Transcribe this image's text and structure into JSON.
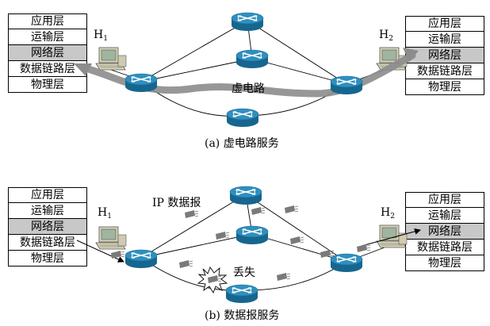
{
  "layers": [
    "应用层",
    "运输层",
    "网络层",
    "数据链路层",
    "物理层"
  ],
  "highlight_layer": "网络层",
  "hosts": {
    "h1": {
      "label": "H",
      "sub": "1"
    },
    "h2": {
      "label": "H",
      "sub": "2"
    }
  },
  "virtual_circuit": {
    "caption": "(a) 虚电路服务",
    "path_label": "虚电路"
  },
  "datagram": {
    "caption": "(b) 数据报服务",
    "packet_label": "IP 数据报",
    "lost_label": "丢失"
  },
  "colors": {
    "router_top": "#2f8fbf",
    "router_side": "#16668f",
    "circuit_arrow": "#8c8c8c",
    "packet": "#7a7a7a",
    "network_layer": "#c8c8c8"
  },
  "icons": [
    "router-icon",
    "computer-icon",
    "explosion-icon",
    "packet-icon"
  ]
}
